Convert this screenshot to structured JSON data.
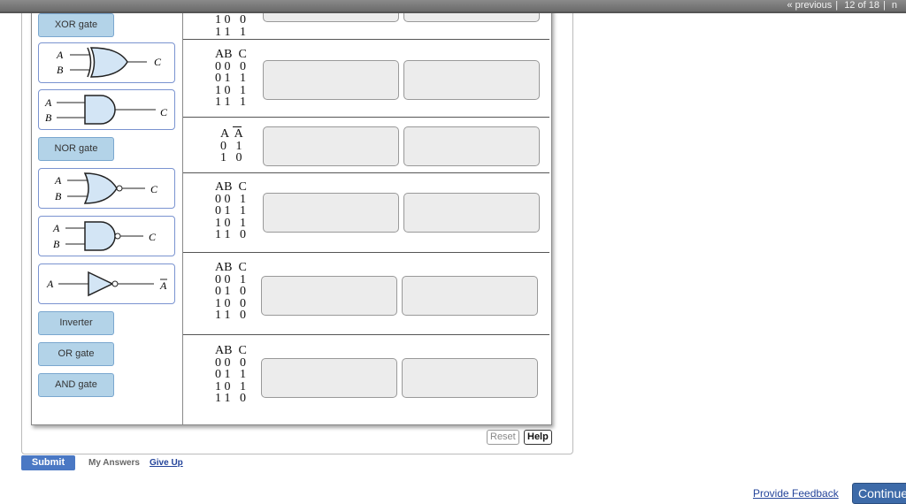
{
  "topnav": {
    "previous": "« previous",
    "position": "12 of 18",
    "next": "n"
  },
  "labels": {
    "xor": "XOR gate",
    "nor": "NOR gate",
    "inverter": "Inverter",
    "or": "OR gate",
    "and": "AND gate"
  },
  "symbols": {
    "a": "A",
    "b": "B",
    "c": "C",
    "a_bar": "A"
  },
  "tables": [
    "1 0   0\n1 1   1",
    "AB  C\n0 0   0\n0 1   1\n1 0   1\n1 1   1",
    "A  A\n0   1\n1   0",
    "AB  C\n0 0   1\n0 1   1\n1 0   1\n1 1   0",
    "AB  C\n0 0   1\n0 1   0\n1 0   0\n1 1   0",
    "AB  C\n0 0   0\n0 1   1\n1 0   1\n1 1   0"
  ],
  "buttons": {
    "reset": "Reset",
    "help": "Help",
    "submit": "Submit",
    "my_answers": "My Answers",
    "give_up": "Give Up",
    "provide_feedback": "Provide Feedback",
    "continue": "Continue"
  }
}
